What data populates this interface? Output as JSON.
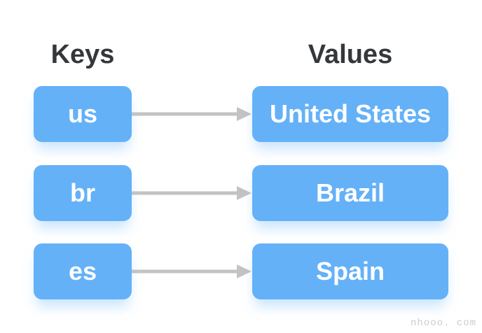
{
  "diagram": {
    "headers": {
      "keys": "Keys",
      "values": "Values"
    },
    "pairs": [
      {
        "key": "us",
        "value": "United States"
      },
      {
        "key": "br",
        "value": "Brazil"
      },
      {
        "key": "es",
        "value": "Spain"
      }
    ],
    "watermark": "nhooo. com",
    "colors": {
      "box_fill": "#64b1f8",
      "box_text": "#ffffff",
      "heading_text": "#35383b",
      "arrow": "#c3c3c3",
      "watermark_text": "#cccccc",
      "background": "#ffffff"
    }
  }
}
